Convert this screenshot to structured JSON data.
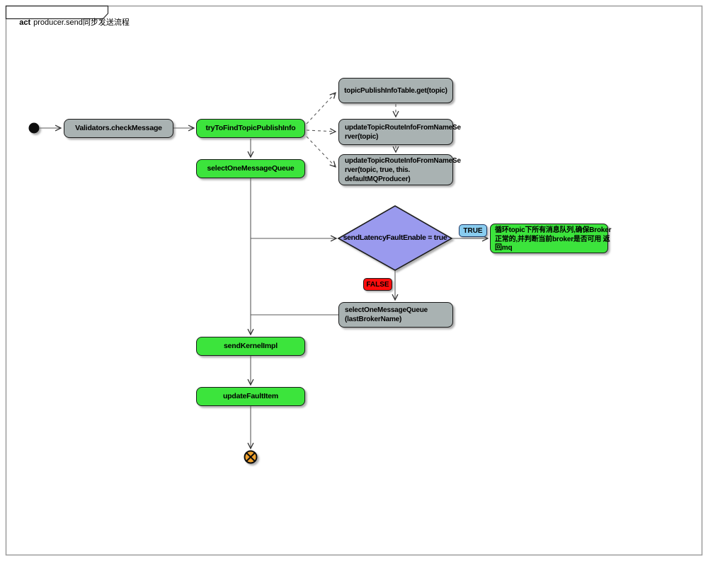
{
  "frame": {
    "keyword": "act",
    "title": "producer.send同步发送流程"
  },
  "colors": {
    "activity_green": "#3CE43C",
    "activity_gray": "#A9B2B2",
    "diamond_purple": "#9A9AEE",
    "true_blue": "#89CCEF",
    "true_border": "#1F3864",
    "false_red": "#FF0D0D",
    "end_orange": "#F0A22E",
    "border_dark": "#1A1A1A",
    "line": "#5A5A5A",
    "arrow": "#333333",
    "frame_border": "#9C9C9C"
  },
  "nodes": {
    "check_message": {
      "label": "Validators.checkMessage"
    },
    "try_to_find": {
      "label": "tryToFindTopicPublishInfo"
    },
    "topic_publish_info_table": {
      "label": "topicPublishInfoTable.get(topic)"
    },
    "update_route_topic": {
      "label": "updateTopicRouteInfoFromNameSe\nrver(topic)"
    },
    "update_route_default": {
      "label": "updateTopicRouteInfoFromNameSe\nrver(topic, true, this.\ndefaultMQProducer)"
    },
    "select_one_mq": {
      "label": "selectOneMessageQueue"
    },
    "decision": {
      "label": "sendLatencyFaultEnable = true"
    },
    "select_one_mq_last": {
      "label": "selectOneMessageQueue\n(lastBrokerName)"
    },
    "send_kernel": {
      "label": "sendKernelImpl"
    },
    "update_fault": {
      "label": "updateFaultItem"
    }
  },
  "edges": {
    "true_label": "TRUE",
    "false_label": "FALSE"
  },
  "note": {
    "text": "循环topic下所有消息队列,确保Broker\n正常的,并判断当前broker是否可用 返\n回mq"
  }
}
